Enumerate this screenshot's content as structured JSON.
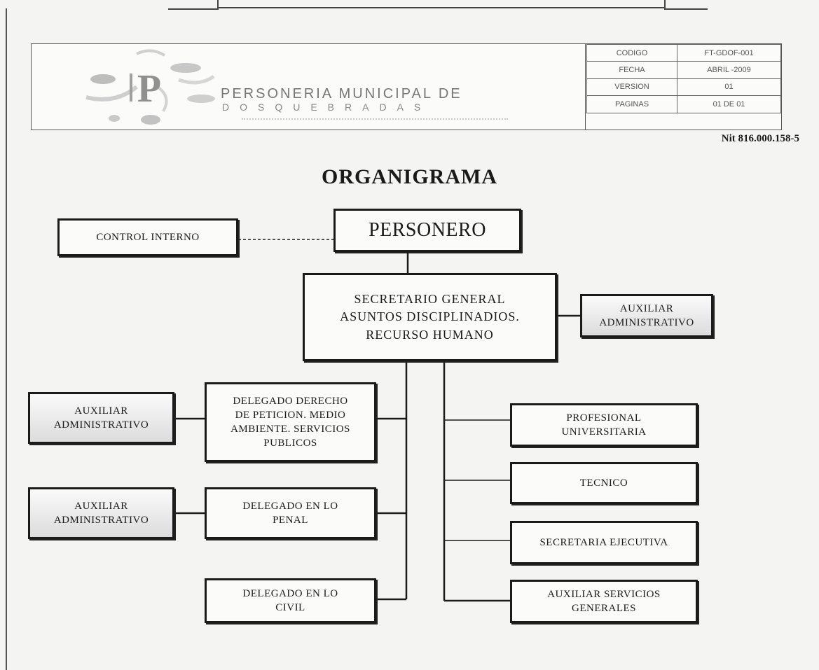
{
  "header": {
    "logo_title": "PERSONERIA MUNICIPAL DE",
    "logo_subtitle": "DOSQUEBRADAS",
    "logo_letter": "P",
    "meta": [
      {
        "label": "CODIGO",
        "value": "FT-GDOF-001"
      },
      {
        "label": "FECHA",
        "value": "ABRIL -2009"
      },
      {
        "label": "VERSION",
        "value": "01"
      },
      {
        "label": "PAGINAS",
        "value": "01 DE 01"
      }
    ],
    "nit": "Nit 816.000.158-5"
  },
  "title": "ORGANIGRAMA",
  "nodes": {
    "control_interno": "CONTROL INTERNO",
    "personero": "PERSONERO",
    "secretario": "SECRETARIO GENERAL\nASUNTOS DISCIPLINADIOS.\nRECURSO HUMANO",
    "aux_admin_right": "AUXILIAR\nADMINISTRATIVO",
    "delegado_peticion": "DELEGADO DERECHO\nDE PETICION. MEDIO\nAMBIENTE. SERVICIOS\nPUBLICOS",
    "aux_admin_left_1": "AUXILIAR\nADMINISTRATIVO",
    "delegado_penal": "DELEGADO EN LO\nPENAL",
    "aux_admin_left_2": "AUXILIAR\nADMINISTRATIVO",
    "delegado_civil": "DELEGADO EN LO\nCIVIL",
    "profesional": "PROFESIONAL\nUNIVERSITARIA",
    "tecnico": "TECNICO",
    "secretaria_ejecutiva": "SECRETARIA EJECUTIVA",
    "aux_servicios": "AUXILIAR SERVICIOS\nGENERALES"
  }
}
